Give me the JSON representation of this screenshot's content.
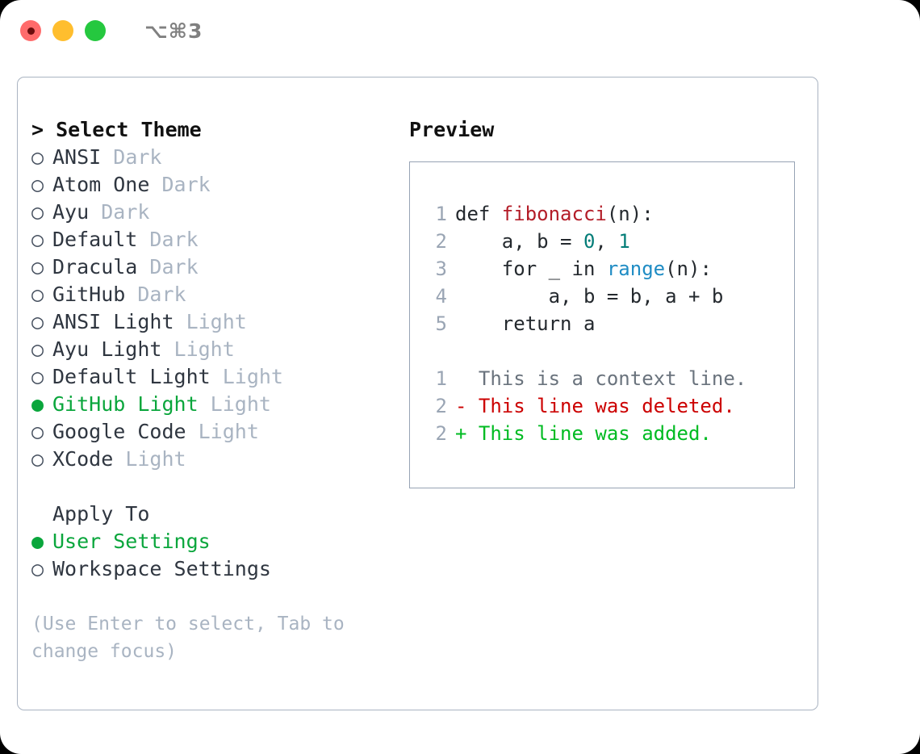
{
  "titlebar": {
    "shortcut": "⌥⌘3",
    "buttons": [
      "close",
      "minimize",
      "zoom"
    ]
  },
  "theme_panel": {
    "header": "> Select Theme",
    "items": [
      {
        "marker": "○",
        "name": "ANSI",
        "tag": "Dark",
        "selected": false
      },
      {
        "marker": "○",
        "name": "Atom One",
        "tag": "Dark",
        "selected": false
      },
      {
        "marker": "○",
        "name": "Ayu",
        "tag": "Dark",
        "selected": false
      },
      {
        "marker": "○",
        "name": "Default",
        "tag": "Dark",
        "selected": false
      },
      {
        "marker": "○",
        "name": "Dracula",
        "tag": "Dark",
        "selected": false
      },
      {
        "marker": "○",
        "name": "GitHub",
        "tag": "Dark",
        "selected": false
      },
      {
        "marker": "○",
        "name": "ANSI Light",
        "tag": "Light",
        "selected": false
      },
      {
        "marker": "○",
        "name": "Ayu Light",
        "tag": "Light",
        "selected": false
      },
      {
        "marker": "○",
        "name": "Default Light",
        "tag": "Light",
        "selected": false
      },
      {
        "marker": "●",
        "name": "GitHub Light",
        "tag": "Light",
        "selected": true
      },
      {
        "marker": "○",
        "name": "Google Code",
        "tag": "Light",
        "selected": false
      },
      {
        "marker": "○",
        "name": "XCode",
        "tag": "Light",
        "selected": false
      }
    ]
  },
  "apply_to": {
    "header": "Apply To",
    "options": [
      {
        "marker": "●",
        "label": "User Settings",
        "selected": true
      },
      {
        "marker": "○",
        "label": "Workspace Settings",
        "selected": false
      }
    ]
  },
  "hint": "(Use Enter to select, Tab to change focus)",
  "preview": {
    "header": "Preview",
    "code_lines": [
      {
        "num": "1",
        "segments": [
          {
            "text": "def ",
            "kind": "plain"
          },
          {
            "text": "fibonacci",
            "kind": "fn"
          },
          {
            "text": "(n):",
            "kind": "plain"
          }
        ]
      },
      {
        "num": "2",
        "segments": [
          {
            "text": "    a, b = ",
            "kind": "plain"
          },
          {
            "text": "0",
            "kind": "num"
          },
          {
            "text": ", ",
            "kind": "plain"
          },
          {
            "text": "1",
            "kind": "num"
          }
        ]
      },
      {
        "num": "3",
        "segments": [
          {
            "text": "    for _ in ",
            "kind": "plain"
          },
          {
            "text": "range",
            "kind": "builtin"
          },
          {
            "text": "(n):",
            "kind": "plain"
          }
        ]
      },
      {
        "num": "4",
        "segments": [
          {
            "text": "        a, b = b, a + b",
            "kind": "plain"
          }
        ]
      },
      {
        "num": "5",
        "segments": [
          {
            "text": "    return a",
            "kind": "plain"
          }
        ]
      }
    ],
    "diff_lines": [
      {
        "num": "1",
        "segments": [
          {
            "text": "  This is a context line.",
            "kind": "ctx"
          }
        ]
      },
      {
        "num": "2",
        "segments": [
          {
            "text": "- This line was deleted.",
            "kind": "del"
          }
        ]
      },
      {
        "num": "2",
        "segments": [
          {
            "text": "+ This line was added.",
            "kind": "add"
          }
        ]
      }
    ]
  },
  "colors": {
    "accent_green": "#0aa63c",
    "muted": "#a9b4c2",
    "text": "#2f3640",
    "diff_add": "#00bb22",
    "diff_del": "#cc0000",
    "fn": "#b31d28",
    "builtin": "#1f8cc4",
    "number": "#047d78"
  }
}
